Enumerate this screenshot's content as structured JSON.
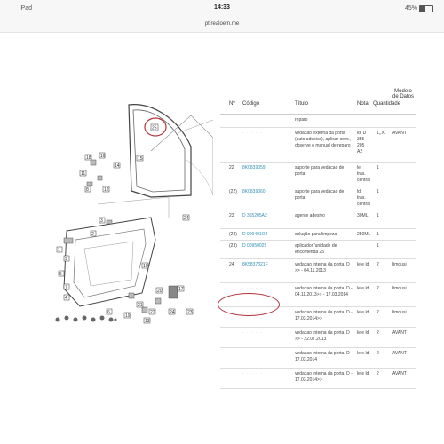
{
  "status": {
    "device": "iPad",
    "time": "14:33",
    "battery": "45%"
  },
  "browser": {
    "url": "pt.realoem.me"
  },
  "diagram": {
    "labels": [
      "25",
      "18",
      "16",
      "14",
      "15",
      "11",
      "8",
      "12",
      "3",
      "2",
      "1",
      "9",
      "5",
      "7",
      "10",
      "4",
      "6",
      "20",
      "17",
      "21",
      "22",
      "23",
      "24",
      "19",
      "13",
      "24"
    ]
  },
  "table": {
    "headers": {
      "no": "Nº",
      "code": "Código",
      "title": "Título",
      "nota": "Nota",
      "qty": "Quantidade",
      "model": "Modelo de Datos"
    },
    "rows": [
      {
        "no": "",
        "code": "",
        "title": "reparo",
        "nota": "",
        "qty": "",
        "model": ""
      },
      {
        "no": "",
        "code": "· · · · · ·",
        "title": "vedacao externa da porta (auto adesiva), aplicar com:, observe o manual de reparo",
        "nota": "ld, D 355 205 A2",
        "qty": "1,,X",
        "model": "AVANT"
      },
      {
        "no": "22",
        "code": "8K0839059",
        "title": "suporte para vedacao de porta",
        "nota": "le, tras. central",
        "qty": "1",
        "model": ""
      },
      {
        "no": "(22)",
        "code": "8K0839060",
        "title": "suporte para vedacao de porta",
        "nota": "ld, tras. central",
        "qty": "1",
        "model": ""
      },
      {
        "no": "23",
        "code": "D 355205A2",
        "title": "agente adesivo",
        "nota": "30ML",
        "qty": "1",
        "model": ""
      },
      {
        "no": "(23)",
        "code": "D 009401O4",
        "title": "solução para limpeza",
        "nota": "250ML",
        "qty": "1",
        "model": ""
      },
      {
        "no": "(23)",
        "code": "D 00950025",
        "title": "aplicador 'unidade de encomenda 25'",
        "nota": "",
        "qty": "1",
        "model": ""
      },
      {
        "no": "24",
        "code": "8K5837321F",
        "title": "vedacao interna da porta, D >> - 04.11.2013",
        "nota": "le e ld",
        "qty": "2",
        "model": "limousi"
      },
      {
        "no": "",
        "code": "· · · · · ·",
        "title": "vedacao interna da porta, D - 04.11.2013>> - 17.03.2014",
        "nota": "le e ld",
        "qty": "2",
        "model": "limousi"
      },
      {
        "no": "",
        "code": "· · · · · ·",
        "title": "vedacao interna da porta, D - 17.03.2014>>",
        "nota": "le e ld",
        "qty": "2",
        "model": "limousi"
      },
      {
        "no": "",
        "code": "· · · · · ·",
        "title": "vedacao interna da porta, D >> - 22.07.2013",
        "nota": "le e ld",
        "qty": "2",
        "model": "AVANT"
      },
      {
        "no": "",
        "code": "· · · · · ·",
        "title": "vedacao interna da porta, D - 17.03.2014",
        "nota": "le e ld",
        "qty": "2",
        "model": "AVANT"
      },
      {
        "no": "",
        "code": "· · · · · ·",
        "title": "vedacao interna da porta, D - 17.03.2014>>",
        "nota": "le e ld",
        "qty": "2",
        "model": "AVANT"
      }
    ]
  },
  "colors": {
    "link": "#2f8fb6",
    "highlight_circle": "#b3323a"
  }
}
